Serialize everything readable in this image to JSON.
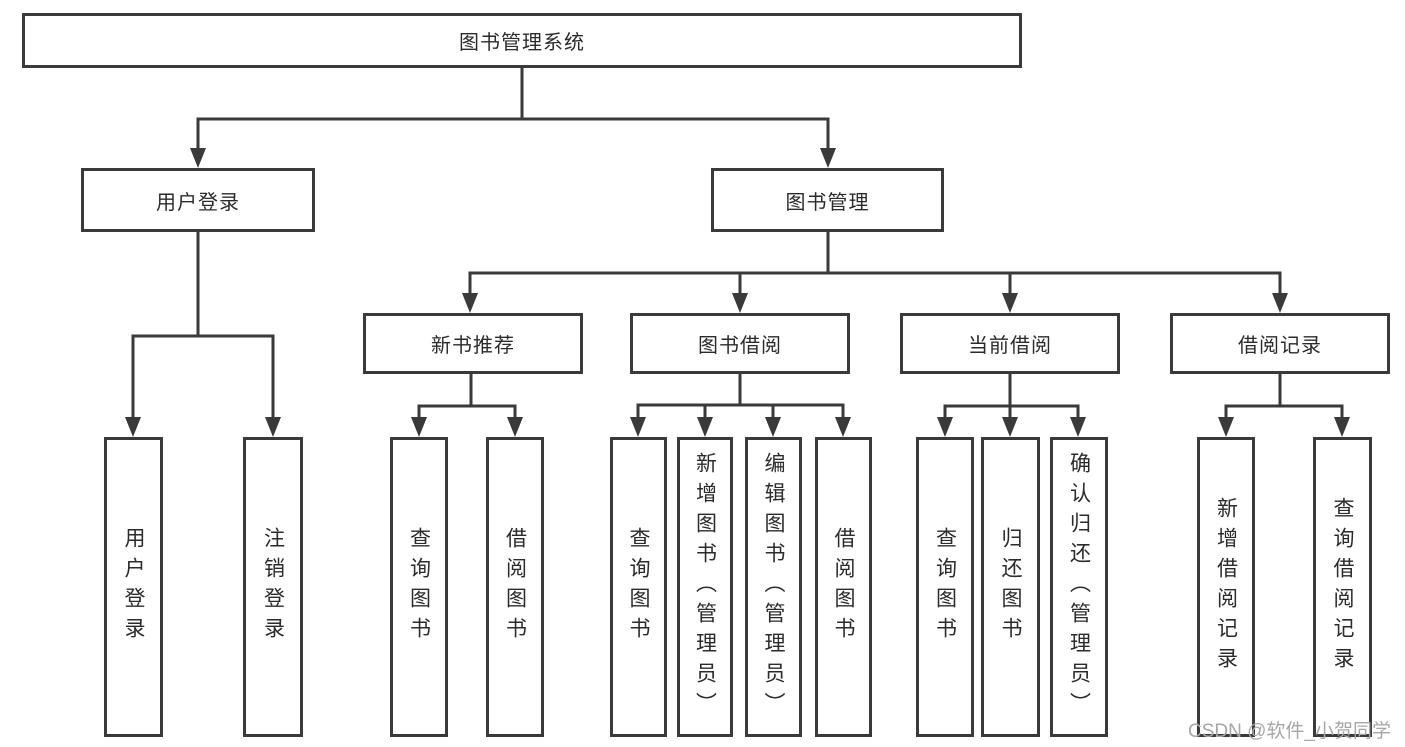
{
  "watermark": {
    "text": "CSDN @软件_小贺同学"
  },
  "colors": {
    "line": "#3a3a3a",
    "box_border": "#3a3a3a",
    "text": "#2b2b2b",
    "watermark": "#a7a7a7",
    "background": "#ffffff"
  },
  "tree": {
    "label": "图书管理系统",
    "children": [
      {
        "label": "用户登录",
        "children": [
          {
            "label": "用户登录"
          },
          {
            "label": "注销登录"
          }
        ]
      },
      {
        "label": "图书管理",
        "children": [
          {
            "label": "新书推荐",
            "children": [
              {
                "label": "查询图书"
              },
              {
                "label": "借阅图书"
              }
            ]
          },
          {
            "label": "图书借阅",
            "children": [
              {
                "label": "查询图书"
              },
              {
                "label": "新增图书（管理员）"
              },
              {
                "label": "编辑图书（管理员）"
              },
              {
                "label": "借阅图书"
              }
            ]
          },
          {
            "label": "当前借阅",
            "children": [
              {
                "label": "查询图书"
              },
              {
                "label": "归还图书"
              },
              {
                "label": "确认归还（管理员）"
              }
            ]
          },
          {
            "label": "借阅记录",
            "children": [
              {
                "label": "新增借阅记录"
              },
              {
                "label": "查询借阅记录"
              }
            ]
          }
        ]
      }
    ]
  }
}
